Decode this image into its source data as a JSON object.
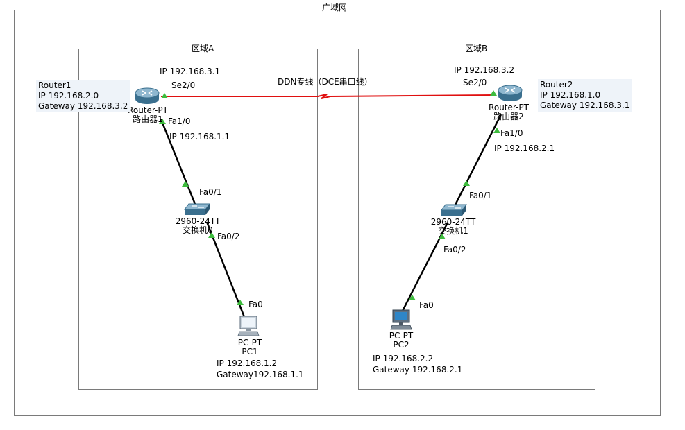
{
  "wan_label": "广域网",
  "zone_a_label": "区域A",
  "zone_b_label": "区域B",
  "ddn_label": "DDN专线（DCE串口线）",
  "colors": {
    "serial_link": "#e01010",
    "ethernet_link": "#000000",
    "port_marker": "#3dbb3d",
    "frame": "#7a7a7a",
    "note_bg": "#eef3f9"
  },
  "router1": {
    "model": "Router-PT",
    "name": "路由器1",
    "serial_ip": "IP 192.168.3.1",
    "serial_port": "Se2/0",
    "fa_port": "Fa1/0",
    "fa_ip": "IP 192.168.1.1",
    "note": {
      "line1": "Router1",
      "line2": "IP 192.168.2.0",
      "line3": "Gateway 192.168.3.2"
    }
  },
  "router2": {
    "model": "Router-PT",
    "name": "路由器2",
    "serial_ip": "IP 192.168.3.2",
    "serial_port": "Se2/0",
    "fa_port": "Fa1/0",
    "fa_ip": "IP 192.168.2.1",
    "note": {
      "line1": "Router2",
      "line2": "IP 192.168.1.0",
      "line3": "Gateway 192.168.3.1"
    }
  },
  "switch0": {
    "model": "2960-24TT",
    "name": "交换机0",
    "up_port": "Fa0/1",
    "down_port": "Fa0/2"
  },
  "switch1": {
    "model": "2960-24TT",
    "name": "交换机1",
    "up_port": "Fa0/1",
    "down_port": "Fa0/2"
  },
  "pc1": {
    "model": "PC-PT",
    "name": "PC1",
    "port": "Fa0",
    "ip": "IP 192.168.1.2",
    "gateway": "Gateway192.168.1.1"
  },
  "pc2": {
    "model": "PC-PT",
    "name": "PC2",
    "port": "Fa0",
    "ip": "IP 192.168.2.2",
    "gateway": "Gateway 192.168.2.1"
  }
}
